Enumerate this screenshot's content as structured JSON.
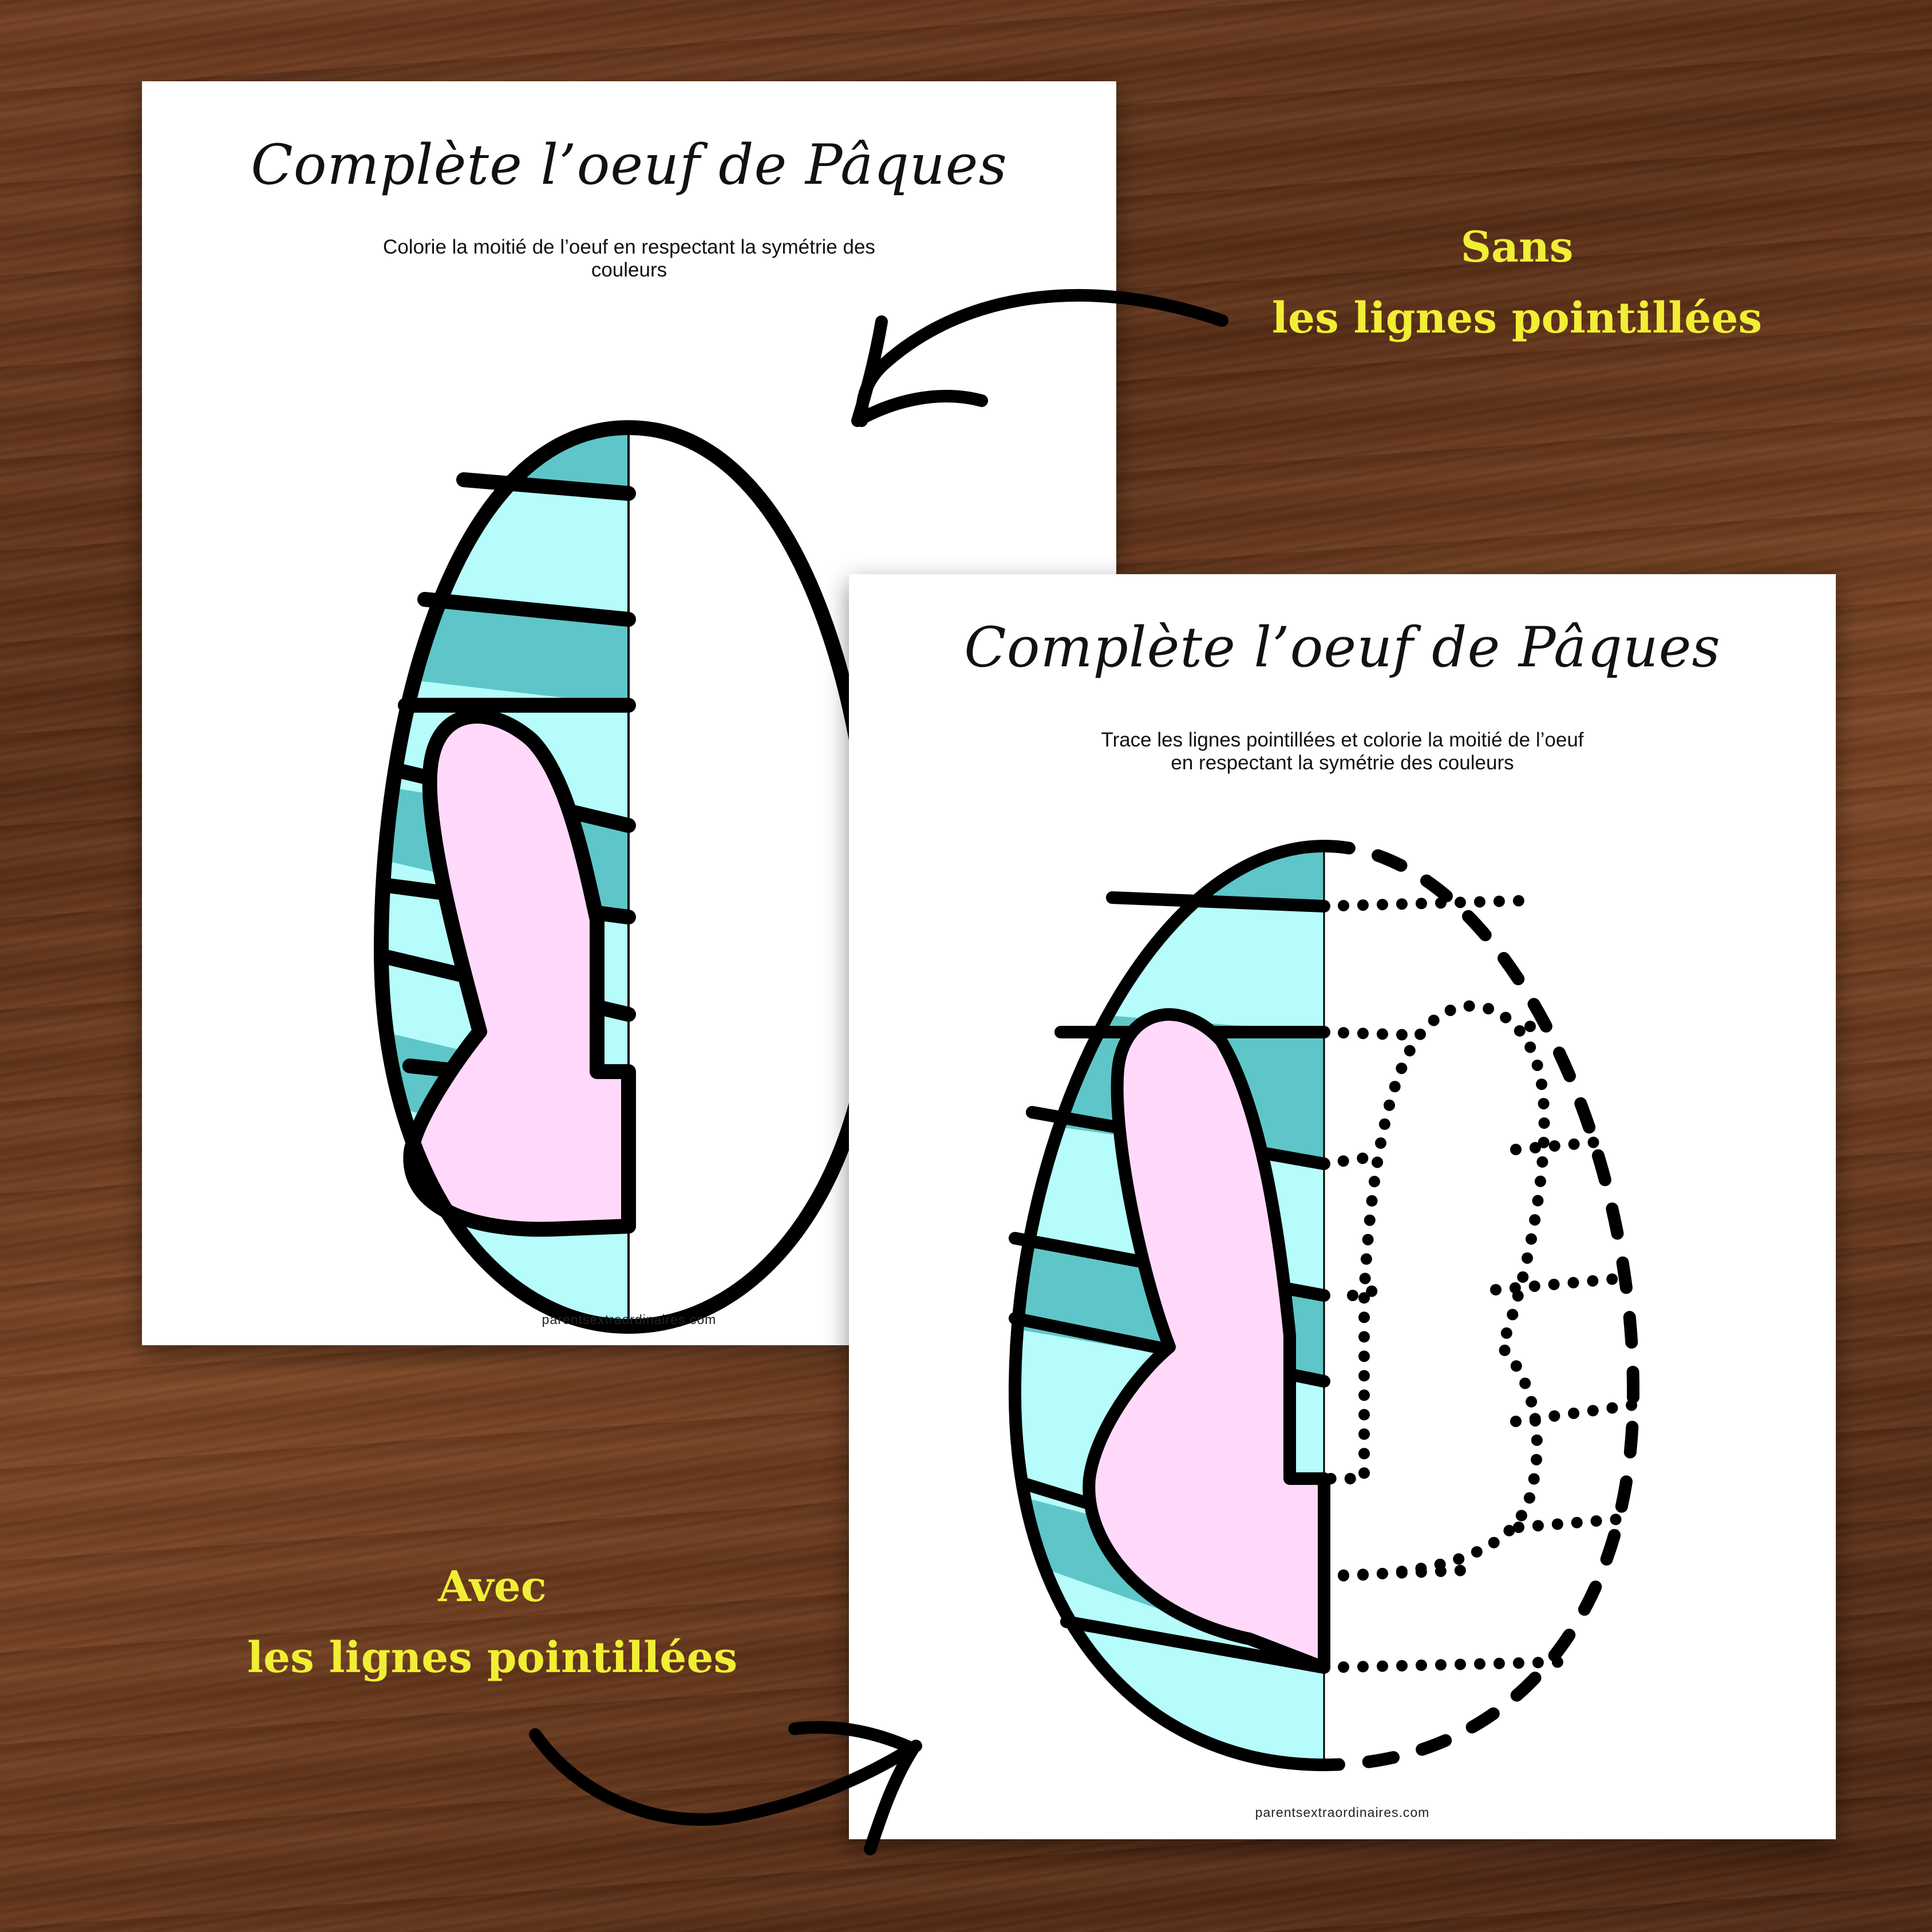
{
  "worksheet_without_dots": {
    "title": "Complète l’oeuf de Pâques",
    "instruction_line1": "Colorie la moitié de l’oeuf en respectant la symétrie des",
    "instruction_line2": "couleurs",
    "footer": "parentsextraordinaires.com"
  },
  "worksheet_with_dots": {
    "title": "Complète l’oeuf de Pâques",
    "instruction_line1": "Trace les lignes pointillées et colorie la moitié de l’oeuf",
    "instruction_line2": "en respectant la symétrie des couleurs",
    "footer": "parentsextraordinaires.com"
  },
  "callout_without": {
    "line1": "Sans",
    "line2": "les lignes pointillées"
  },
  "callout_with": {
    "line1": "Avec",
    "line2": "les lignes pointillées"
  },
  "colors": {
    "stripe_dark": "#5ec6c8",
    "stripe_light": "#b5fcfb",
    "bunny_pink": "#ffd8fa",
    "callout_yellow": "#f1ee35",
    "outline": "#000000"
  }
}
